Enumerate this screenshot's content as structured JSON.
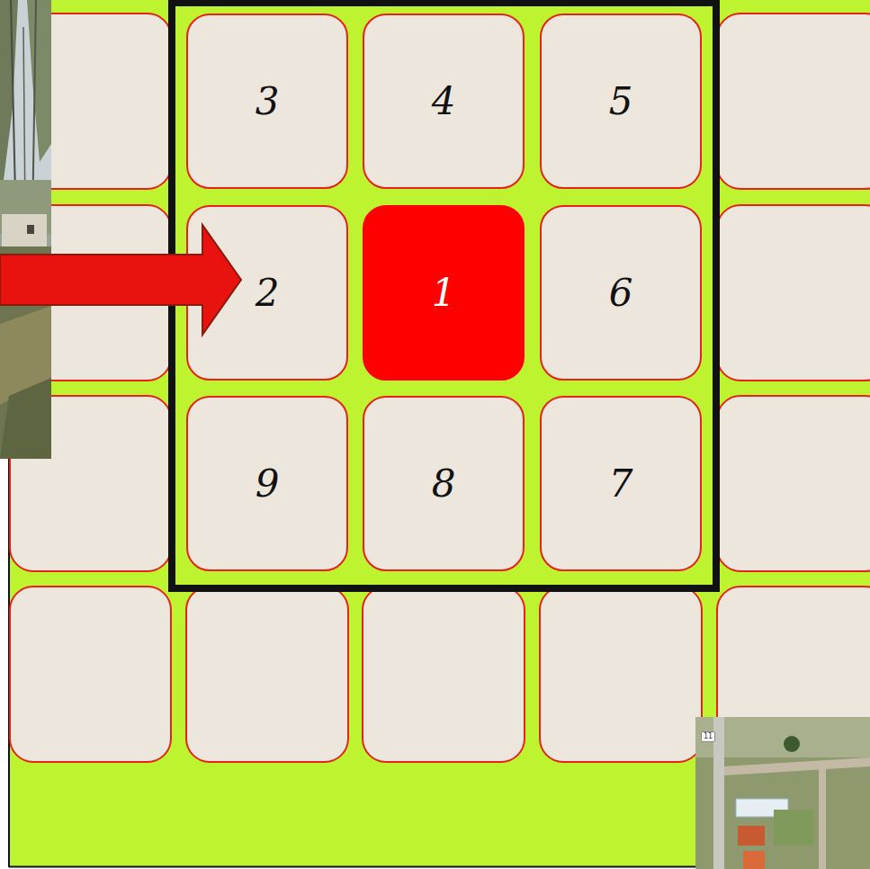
{
  "diagram": {
    "nodes": [
      {
        "text": [
          "3"
        ]
      },
      {
        "text": [
          "4"
        ]
      },
      {
        "text": [
          "5"
        ]
      },
      {
        "text": [
          "2"
        ]
      },
      {
        "text": [
          "1"
        ]
      },
      {
        "text": [
          "6"
        ]
      },
      {
        "text": [
          "9"
        ]
      },
      {
        "text": [
          "8"
        ]
      },
      {
        "text": [
          "7"
        ]
      }
    ],
    "labels": [
      "11"
    ]
  }
}
